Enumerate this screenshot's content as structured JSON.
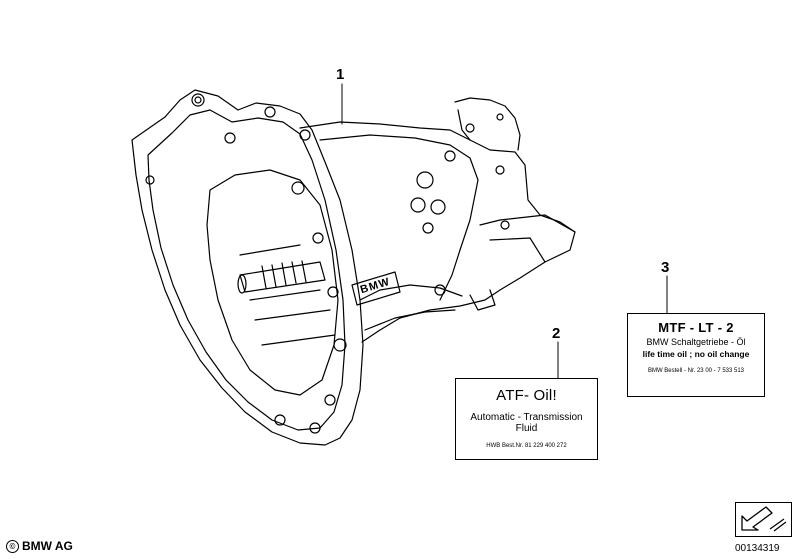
{
  "callouts": {
    "part1": "1",
    "part2": "2",
    "part3": "3"
  },
  "atf_label": {
    "title": "ATF- Oil!",
    "description": "Automatic - Transmission Fluid",
    "order_no": "HWB Best.Nr. 81 229 400 272"
  },
  "mtf_label": {
    "title": "MTF - LT - 2",
    "subtitle": "BMW Schaltgetriebe - Öl",
    "lifetime": "life time oil ; no oil change",
    "order_no": "BMW Bestell - Nr.  23 00 - 7 533 513"
  },
  "housing_badge": "BMW",
  "footer": {
    "copyright_symbol": "©",
    "copyright_owner": "BMW AG",
    "diagram_id": "00134319"
  },
  "icons": {
    "navigation": "arrow-down-left-icon"
  },
  "colors": {
    "line": "#000000",
    "background": "#ffffff"
  }
}
